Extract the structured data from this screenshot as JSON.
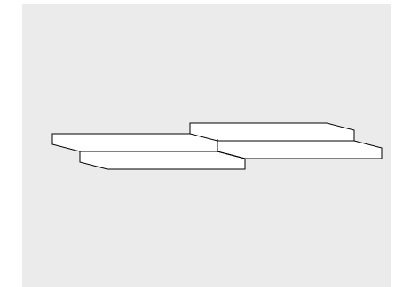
{
  "colors": {
    "page_background": "#ffffff",
    "panel_background": "#ebebeb",
    "outline": "#000000",
    "fill": "#ffffff"
  },
  "shapes": [
    {
      "name": "shape-upper-left"
    },
    {
      "name": "shape-lower-left"
    },
    {
      "name": "shape-upper-right"
    },
    {
      "name": "shape-lower-right"
    }
  ]
}
